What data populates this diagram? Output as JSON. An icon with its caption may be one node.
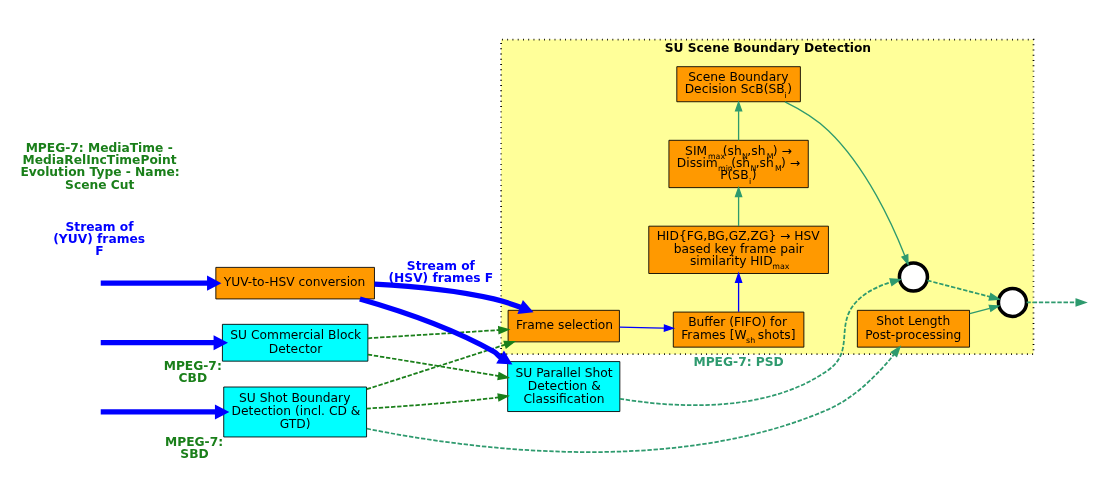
{
  "diagram": {
    "nodes": [
      {
        "text": [
          "SU Commercial Block Detector"
        ],
        "beside": [
          "MPEG-7: CBD"
        ]
      },
      {
        "text": [
          "SU Shot Boundary Detection (incl. CD & GTD)"
        ],
        "beside": [
          "MPEG-7: SBD"
        ]
      },
      {
        "text": [
          "YUV-to-HSV conversion"
        ]
      },
      {
        "text": [
          "SU Parallel Shot Detection & Classification"
        ]
      },
      {
        "text": [
          "SU Scene Boundary Detection"
        ]
      },
      {
        "text": [
          "Scene Boundary Decision ScB(SB$_{i}$)"
        ],
        "in": 4
      },
      {
        "text": [],
        "shape": "circle",
        "in": 4
      },
      {
        "text": [],
        "shape": "circle",
        "in": 4
      },
      {
        "text": [
          "SIM$_{max}$(sh$_{N}$,sh$_{M}$) → Dissim$_{min}$(sh$_{N}$,sh$_{M}$) → P(SB$_{i}$)"
        ],
        "in": 4
      },
      {
        "text": [
          "Shot Length Post-processing"
        ],
        "in": 4
      },
      {
        "text": [
          "HID{FG,BG,GZ,ZG} → HSV based key frame pair similarity HID$_{max}$"
        ],
        "in": 4
      },
      {
        "text": [
          "Frame selection"
        ],
        "in": 4
      },
      {
        "text": [
          "Buffer (FIFO) for Frames [W$_{sh}$ shots]"
        ],
        "in": 4
      }
    ],
    "edges": [
      {
        "from": null,
        "to": 0,
        "arrow": "to",
        "style": "thick",
        "color": "#0000ff"
      },
      {
        "from": null,
        "to": 1,
        "arrow": "to",
        "style": "thick",
        "color": "#0000ff"
      },
      {
        "from": null,
        "to": 2,
        "arrow": "to",
        "style": "thick",
        "color": "#0000ff"
      },
      {
        "from": 2,
        "to": 11,
        "arrow": "to",
        "label": "Stream of (HSV) frames F",
        "style": "thick",
        "color": "#0000ff"
      },
      {
        "from": 2,
        "to": 3,
        "arrow": "to",
        "style": "thick",
        "color": "#0000ff"
      },
      {
        "from": 0,
        "to": 11,
        "arrow": "to",
        "style": "dashed",
        "color": "#1a7f1a"
      },
      {
        "from": 0,
        "to": 3,
        "arrow": "to",
        "style": "dashed",
        "color": "#1a7f1a"
      },
      {
        "from": 1,
        "to": 11,
        "arrow": "to",
        "style": "dashed",
        "color": "#1a7f1a"
      },
      {
        "from": 1,
        "to": 3,
        "arrow": "to",
        "style": "dashed",
        "color": "#1a7f1a"
      },
      {
        "from": 1,
        "to": 9,
        "arrow": "to",
        "style": "dashed",
        "color": "#2e9a6e"
      },
      {
        "from": 11,
        "to": 12,
        "arrow": "to",
        "color": "#0000ff"
      },
      {
        "from": 12,
        "to": 10,
        "arrow": "to",
        "color": "#0000ff"
      },
      {
        "from": 10,
        "to": 8,
        "arrow": "to",
        "color": "#2e9a6e"
      },
      {
        "from": 8,
        "to": 5,
        "arrow": "to",
        "color": "#2e9a6e"
      },
      {
        "from": 5,
        "to": 6,
        "arrow": "to",
        "color": "#2e9a6e"
      },
      {
        "from": 3,
        "to": 6,
        "arrow": "to",
        "label": "MPEG-7: PSD",
        "style": "dashed",
        "color": "#2e9a6e"
      },
      {
        "from": 6,
        "to": 7,
        "arrow": "to",
        "style": "dashed",
        "color": "#2e9a6e"
      },
      {
        "from": 9,
        "to": 7,
        "arrow": "to",
        "color": "#2e9a6e"
      },
      {
        "from": 7,
        "to": null,
        "arrow": "to",
        "style": "dashed",
        "color": "#2e9a6e"
      }
    ],
    "labels": [
      "Stream of (YUV) frames F",
      "MPEG-7: MediaTime - MediaRelIncTimePoint Evolution Type - Name: Scene Cut"
    ]
  }
}
